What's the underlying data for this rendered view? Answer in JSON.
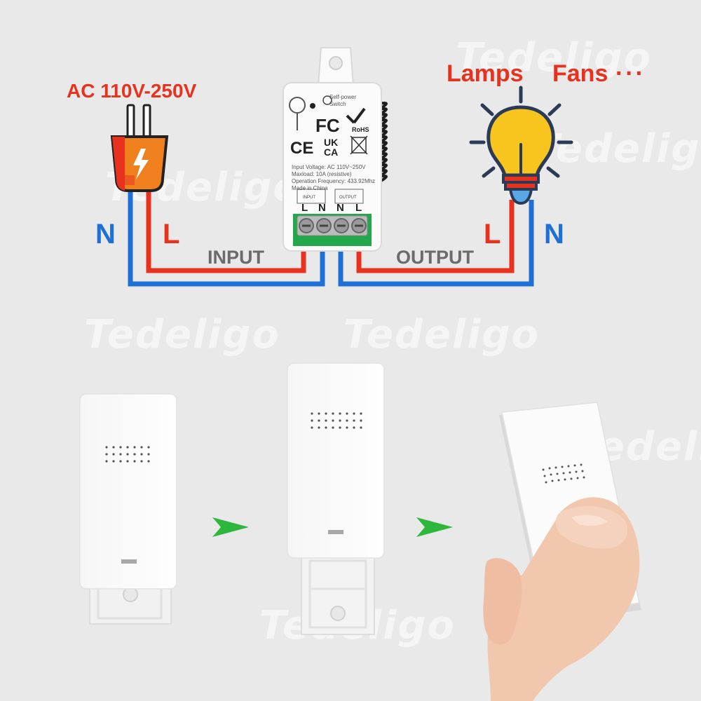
{
  "watermark": "Tedeligo",
  "diagram": {
    "power_source_label": "AC 110V-250V",
    "load_labels": [
      "Lamps",
      "Fans",
      "···"
    ],
    "input_label": "INPUT",
    "output_label": "OUTPUT",
    "neutral_letter": "N",
    "live_letter": "L",
    "relay": {
      "badge_line1": "Self-power",
      "badge_line2": "Switch",
      "cert_fc": "FC",
      "cert_rohs": "RoHS",
      "cert_ce": "CE",
      "cert_ukca_1": "UK",
      "cert_ukca_2": "CA",
      "spec_voltage": "Input Voltage: AC 110V~250V",
      "spec_load": "Maxload: 10A (resistive)",
      "spec_freq": "Operation Frequency: 433.92Mhz",
      "spec_made": "Made in China",
      "terminal_input": "INPUT",
      "terminal_output": "OUTPUT",
      "terminal_letters": [
        "L",
        "N",
        "N",
        "L"
      ]
    }
  },
  "colors": {
    "live_wire": "#e8321e",
    "neutral_wire": "#1e6fd6",
    "step_arrow": "#2db83d",
    "bulb": "#f7c51e",
    "plug": "#f07f1e"
  }
}
